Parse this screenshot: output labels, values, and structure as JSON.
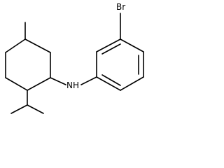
{
  "molecule": {
    "atoms": [
      {
        "id": "bromine",
        "label": "Br"
      },
      {
        "id": "amine-nitrogen",
        "label": "NH"
      }
    ],
    "bond_color": "#000000",
    "background_color": "#ffffff"
  }
}
